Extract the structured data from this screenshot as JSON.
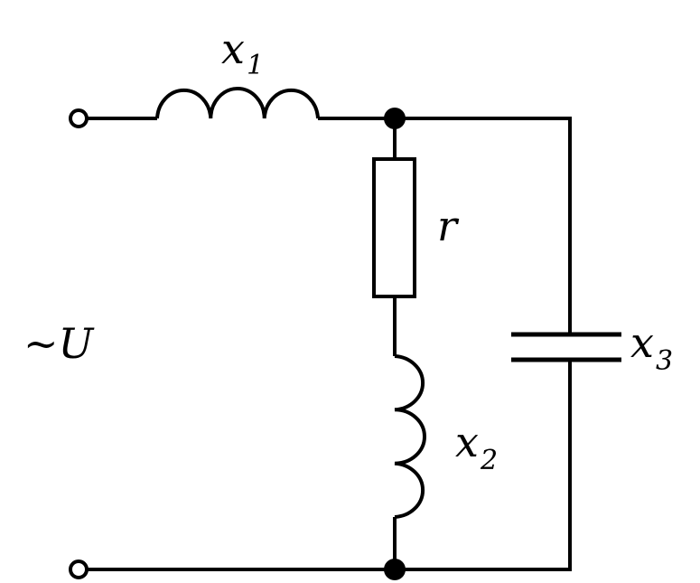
{
  "labels": {
    "source": "~U",
    "x1": {
      "symbol": "x",
      "subscript": "1"
    },
    "x2": {
      "symbol": "x",
      "subscript": "2"
    },
    "x3": {
      "symbol": "x",
      "subscript": "3"
    },
    "r": "r"
  },
  "colors": {
    "line": "#000000",
    "background": "#ffffff",
    "terminal_fill": "#ffffff"
  }
}
